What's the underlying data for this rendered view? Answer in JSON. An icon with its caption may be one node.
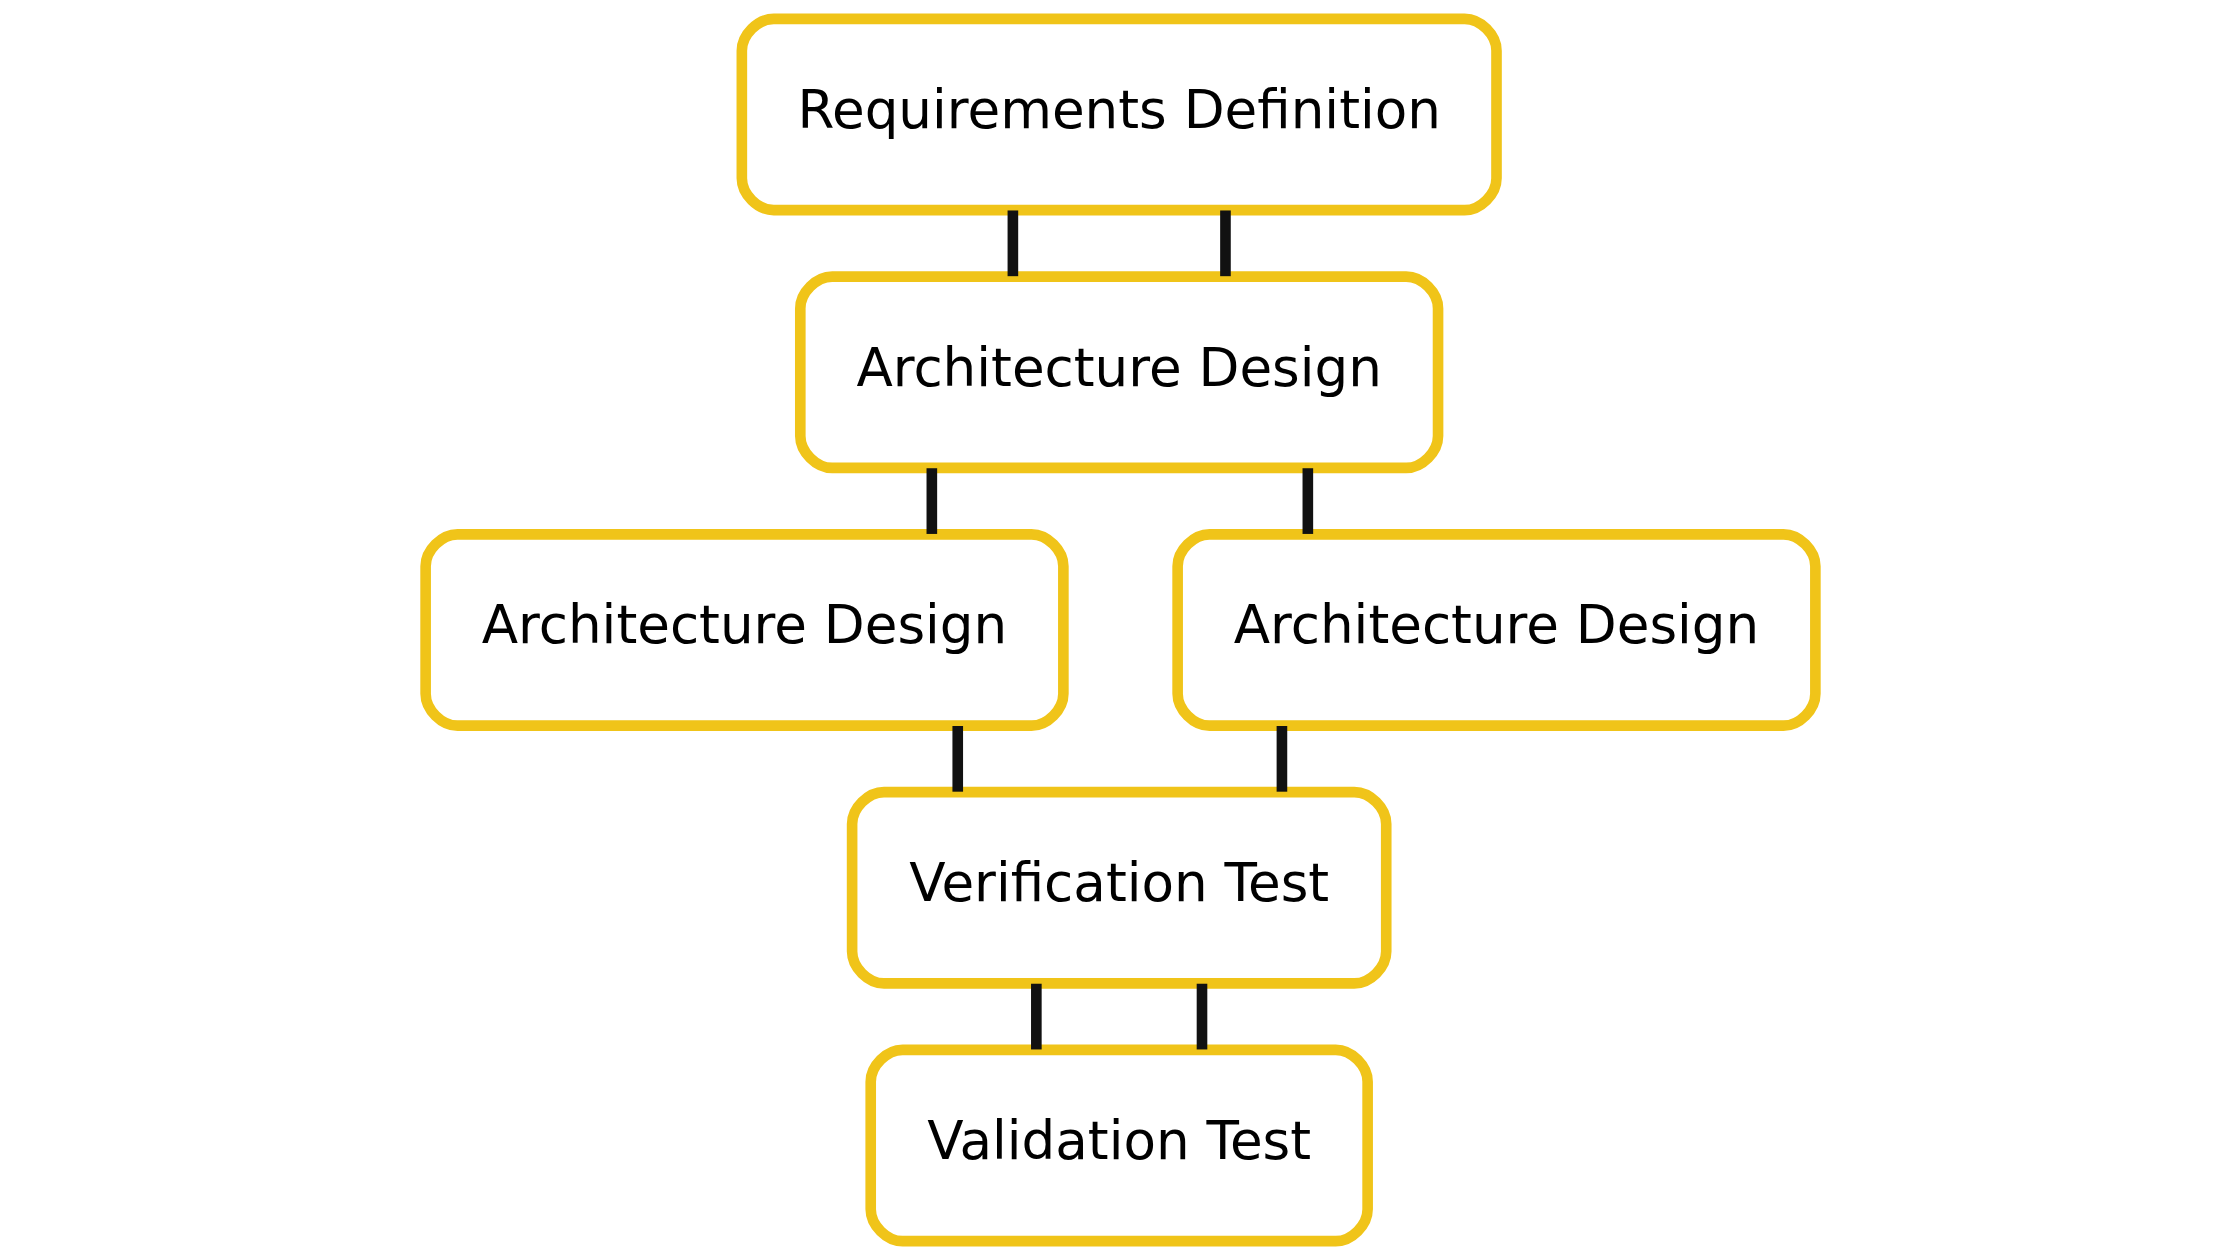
{
  "diagram": {
    "nodes": [
      {
        "text": [
          "Requirements Definition"
        ]
      },
      {
        "text": [
          "Architecture Design"
        ]
      },
      {
        "text": [
          "Architecture Design"
        ]
      },
      {
        "text": [
          "Architecture Design"
        ]
      },
      {
        "text": [
          "Verification Test"
        ]
      },
      {
        "text": [
          "Validation Test"
        ]
      }
    ],
    "edges": [
      {
        "from": 0,
        "to": 1,
        "arrow": "none"
      },
      {
        "from": 0,
        "to": 1,
        "arrow": "none"
      },
      {
        "from": 1,
        "to": 2,
        "arrow": "none"
      },
      {
        "from": 1,
        "to": 3,
        "arrow": "none"
      },
      {
        "from": 2,
        "to": 4,
        "arrow": "none"
      },
      {
        "from": 3,
        "to": 4,
        "arrow": "none"
      },
      {
        "from": 4,
        "to": 5,
        "arrow": "none"
      },
      {
        "from": 4,
        "to": 5,
        "arrow": "none"
      }
    ]
  }
}
